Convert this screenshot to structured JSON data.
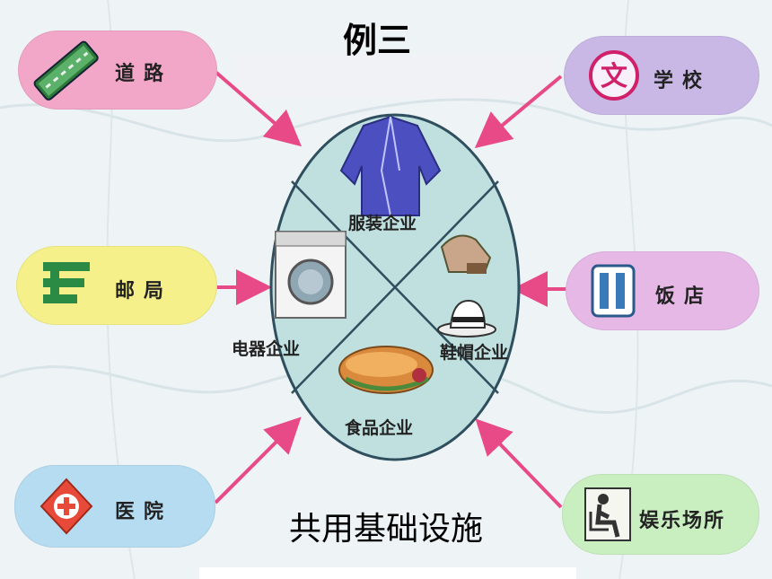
{
  "title": "例三",
  "caption": "共用基础设施",
  "facilities": [
    {
      "label": "道路",
      "icon": "road-icon",
      "color": "#f2a6c8"
    },
    {
      "label": "学校",
      "icon": "school-icon",
      "color": "#c9b8e6"
    },
    {
      "label": "邮局",
      "icon": "post-office-icon",
      "color": "#f5f08a"
    },
    {
      "label": "饭店",
      "icon": "hotel-icon",
      "color": "#e6b8e6"
    },
    {
      "label": "医院",
      "icon": "hospital-icon",
      "color": "#b6dcf2"
    },
    {
      "label": "娱乐场所",
      "icon": "entertainment-icon",
      "color": "#c9eec0"
    }
  ],
  "enterprises": [
    {
      "label": "服装企业",
      "icon": "clothing-icon"
    },
    {
      "label": "鞋帽企业",
      "icon": "shoes-hat-icon"
    },
    {
      "label": "电器企业",
      "icon": "washing-machine-icon"
    },
    {
      "label": "食品企业",
      "icon": "food-icon"
    }
  ],
  "colors": {
    "ellipse": "#bfe0de",
    "arrow": "#e84a88"
  }
}
